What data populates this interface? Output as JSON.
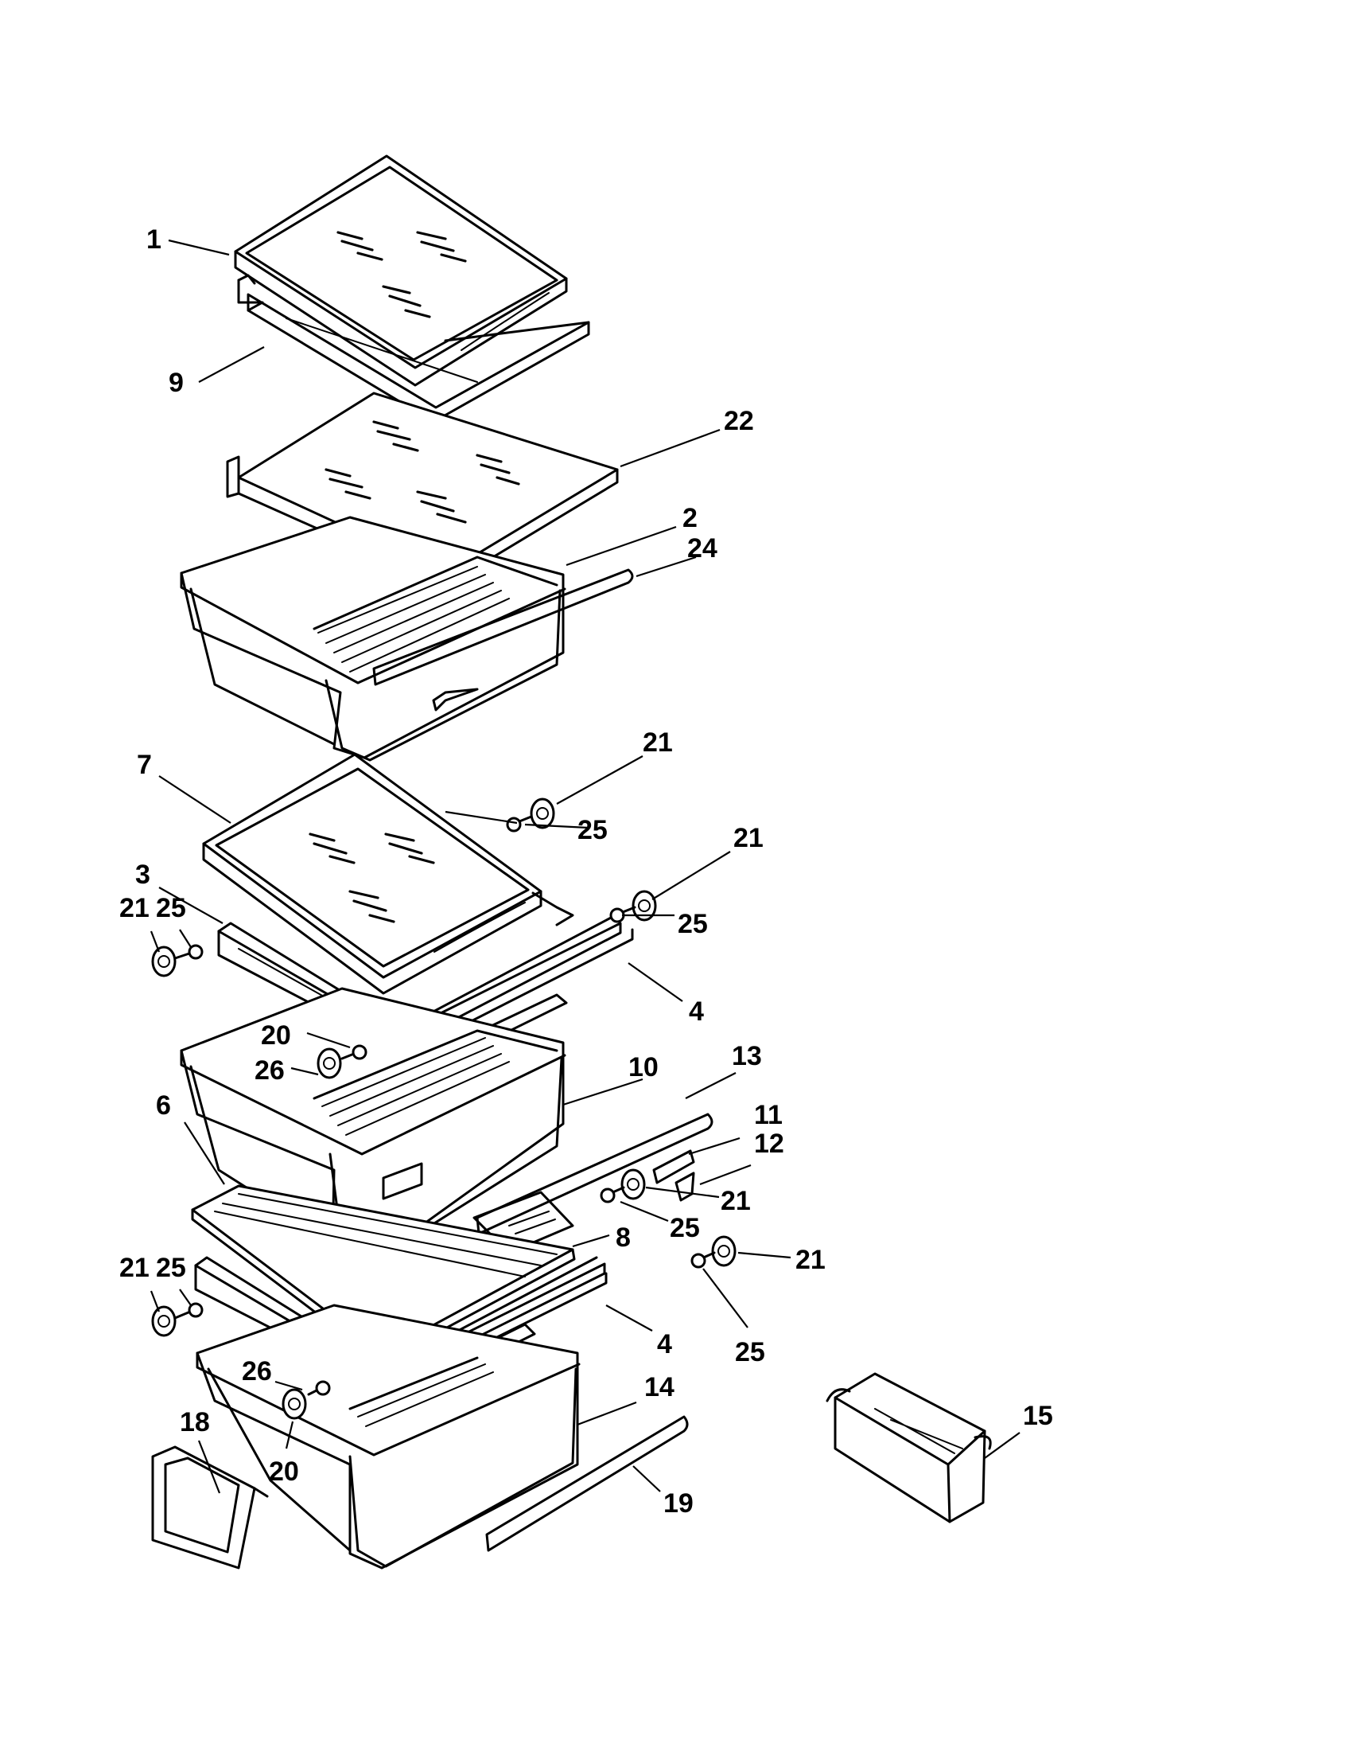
{
  "callouts": [
    {
      "id": "c1",
      "text": "1"
    },
    {
      "id": "c9",
      "text": "9"
    },
    {
      "id": "c22",
      "text": "22"
    },
    {
      "id": "c2",
      "text": "2"
    },
    {
      "id": "c24",
      "text": "24"
    },
    {
      "id": "c7",
      "text": "7"
    },
    {
      "id": "c21a",
      "text": "21"
    },
    {
      "id": "c25a",
      "text": "25"
    },
    {
      "id": "c3",
      "text": "3"
    },
    {
      "id": "c21b",
      "text": "21"
    },
    {
      "id": "c25b",
      "text": "25"
    },
    {
      "id": "c21c",
      "text": "21"
    },
    {
      "id": "c25c",
      "text": "25"
    },
    {
      "id": "c4a",
      "text": "4"
    },
    {
      "id": "c20a",
      "text": "20"
    },
    {
      "id": "c26a",
      "text": "26"
    },
    {
      "id": "c10",
      "text": "10"
    },
    {
      "id": "c13",
      "text": "13"
    },
    {
      "id": "c11",
      "text": "11"
    },
    {
      "id": "c12",
      "text": "12"
    },
    {
      "id": "c6",
      "text": "6"
    },
    {
      "id": "c21d",
      "text": "21"
    },
    {
      "id": "c25d",
      "text": "25"
    },
    {
      "id": "c8",
      "text": "8"
    },
    {
      "id": "c21e",
      "text": "21"
    },
    {
      "id": "c21f",
      "text": "21"
    },
    {
      "id": "c25f",
      "text": "25"
    },
    {
      "id": "c4b",
      "text": "4"
    },
    {
      "id": "c25e",
      "text": "25"
    },
    {
      "id": "c26b",
      "text": "26"
    },
    {
      "id": "c14",
      "text": "14"
    },
    {
      "id": "c18",
      "text": "18"
    },
    {
      "id": "c20b",
      "text": "20"
    },
    {
      "id": "c19",
      "text": "19"
    },
    {
      "id": "c15",
      "text": "15"
    }
  ]
}
